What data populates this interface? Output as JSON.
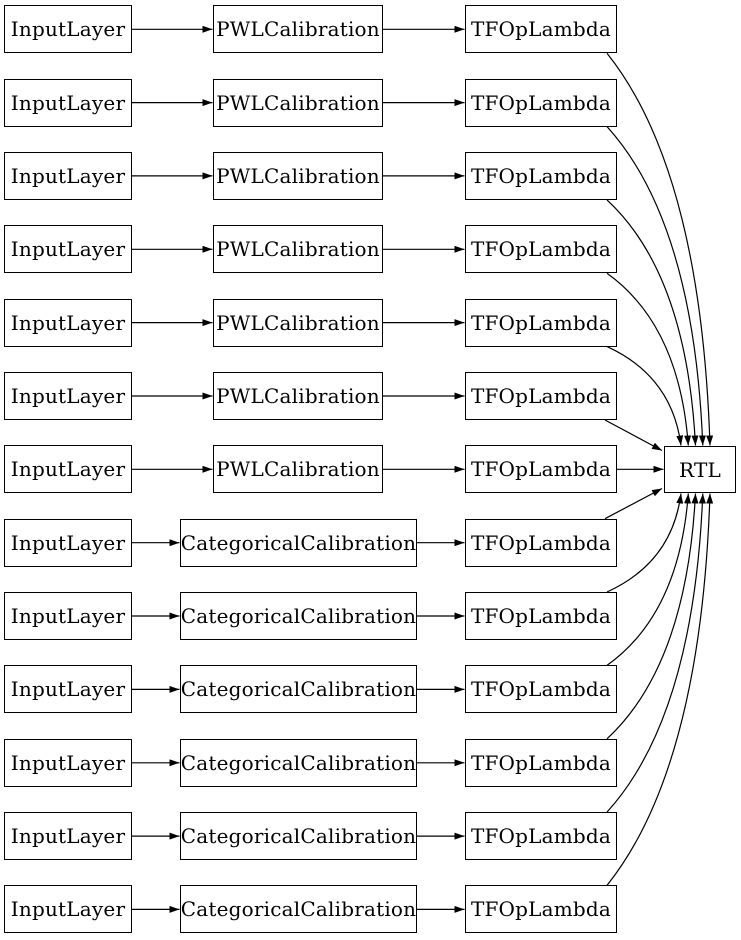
{
  "diagram": {
    "background_color": "#ffffff",
    "node_fill_color": "#ffffff",
    "node_border_color": "#000000",
    "edge_color": "#000000",
    "text_color": "#000000",
    "sink_label": "RTL",
    "rows": [
      {
        "input": "InputLayer",
        "calibration": "PWLCalibration",
        "op": "TFOpLambda",
        "type": "pwl"
      },
      {
        "input": "InputLayer",
        "calibration": "PWLCalibration",
        "op": "TFOpLambda",
        "type": "pwl"
      },
      {
        "input": "InputLayer",
        "calibration": "PWLCalibration",
        "op": "TFOpLambda",
        "type": "pwl"
      },
      {
        "input": "InputLayer",
        "calibration": "PWLCalibration",
        "op": "TFOpLambda",
        "type": "pwl"
      },
      {
        "input": "InputLayer",
        "calibration": "PWLCalibration",
        "op": "TFOpLambda",
        "type": "pwl"
      },
      {
        "input": "InputLayer",
        "calibration": "PWLCalibration",
        "op": "TFOpLambda",
        "type": "pwl"
      },
      {
        "input": "InputLayer",
        "calibration": "PWLCalibration",
        "op": "TFOpLambda",
        "type": "pwl"
      },
      {
        "input": "InputLayer",
        "calibration": "CategoricalCalibration",
        "op": "TFOpLambda",
        "type": "categorical"
      },
      {
        "input": "InputLayer",
        "calibration": "CategoricalCalibration",
        "op": "TFOpLambda",
        "type": "categorical"
      },
      {
        "input": "InputLayer",
        "calibration": "CategoricalCalibration",
        "op": "TFOpLambda",
        "type": "categorical"
      },
      {
        "input": "InputLayer",
        "calibration": "CategoricalCalibration",
        "op": "TFOpLambda",
        "type": "categorical"
      },
      {
        "input": "InputLayer",
        "calibration": "CategoricalCalibration",
        "op": "TFOpLambda",
        "type": "categorical"
      },
      {
        "input": "InputLayer",
        "calibration": "CategoricalCalibration",
        "op": "TFOpLambda",
        "type": "categorical"
      }
    ]
  }
}
